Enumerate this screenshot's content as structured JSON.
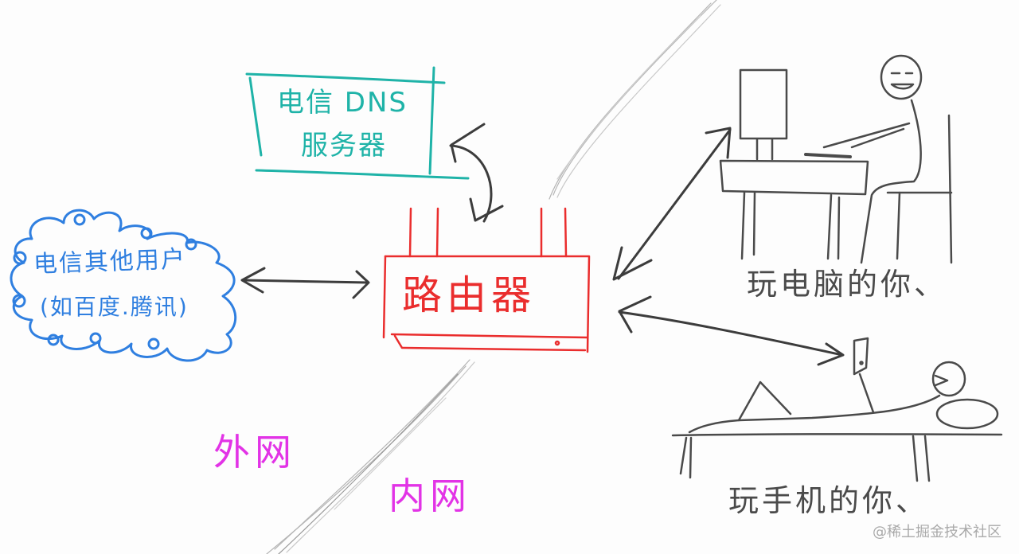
{
  "diagram": {
    "type": "hand-drawn network diagram",
    "colors": {
      "dns": "#1fb3a8",
      "cloud": "#2f7fe0",
      "router": "#ea2d2d",
      "zone_label": "#e233e6",
      "pencil": "#4a4a4a",
      "divider": "#b5b5b5",
      "watermark": "#a9a9a9"
    },
    "dns_server": {
      "line1": "电信 DNS",
      "line2": "服务器"
    },
    "cloud": {
      "line1": "电信其他用户",
      "line2": "(如百度.腾讯)"
    },
    "router": {
      "label": "路由器"
    },
    "zones": {
      "outside": "外网",
      "inside": "内网"
    },
    "people": {
      "computer_user": "玩电脑的你、",
      "phone_user": "玩手机的你、"
    },
    "connections": [
      {
        "from": "cloud",
        "to": "router",
        "type": "bidirectional"
      },
      {
        "from": "router",
        "to": "dns_server",
        "type": "bidirectional"
      },
      {
        "from": "router",
        "to": "computer_user",
        "type": "bidirectional"
      },
      {
        "from": "router",
        "to": "phone_user",
        "type": "bidirectional"
      }
    ],
    "watermark": "@稀土掘金技术社区"
  }
}
